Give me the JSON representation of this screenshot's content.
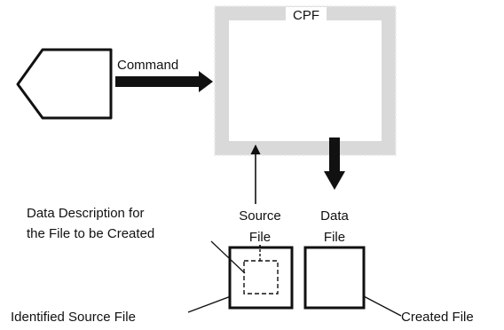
{
  "diagram": {
    "system_label": "CPF",
    "command_label": "Command",
    "source_label_line1": "Source",
    "source_label_line2": "File",
    "data_label_line1": "Data",
    "data_label_line2": "File",
    "desc_line1": "Data Description for",
    "desc_line2": "the File to be Created",
    "identified_label": "Identified Source File",
    "created_label": "Created File"
  },
  "colors": {
    "ink": "#111111",
    "cpf_border": "#d9d9d9"
  }
}
